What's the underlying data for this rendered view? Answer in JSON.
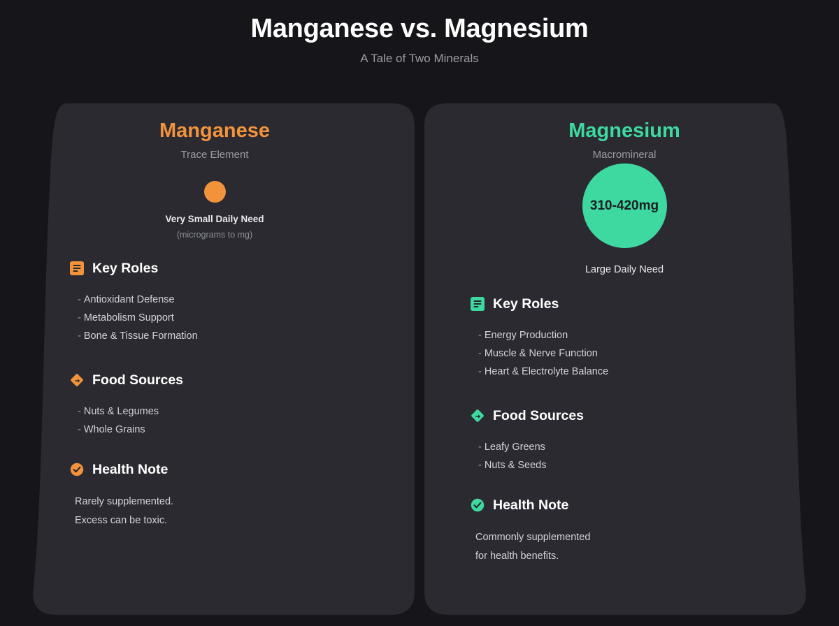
{
  "header": {
    "title": "Manganese vs. Magnesium",
    "subtitle": "A Tale of Two Minerals"
  },
  "colors": {
    "background": "#16161a",
    "panel": "#2a2a30",
    "manganese": "#f2933c",
    "magnesium": "#3dd9a0",
    "text_primary": "#ffffff",
    "text_secondary": "#9a9aa2",
    "text_body": "#d2d2d8"
  },
  "panels": [
    {
      "id": "manganese",
      "name": "Manganese",
      "type": "Trace Element",
      "accent": "#f2933c",
      "dose": {
        "amount": "",
        "label": "Very Small Daily Need",
        "sublabel": "(micrograms to mg)",
        "bubble_size": "small"
      },
      "sections": [
        {
          "icon": "list-icon",
          "title": "Key Roles",
          "items": [
            "Antioxidant Defense",
            "Metabolism Support",
            "Bone & Tissue Formation"
          ]
        },
        {
          "icon": "diamond-food-icon",
          "title": "Food Sources",
          "items": [
            "Nuts & Legumes",
            "Whole Grains"
          ]
        },
        {
          "icon": "check-circle-icon",
          "title": "Health Note",
          "note_lines": [
            "Rarely supplemented.",
            "Excess can be toxic."
          ]
        }
      ]
    },
    {
      "id": "magnesium",
      "name": "Magnesium",
      "type": "Macromineral",
      "accent": "#3dd9a0",
      "dose": {
        "amount": "310-420mg",
        "label": "Large Daily Need",
        "sublabel": "",
        "bubble_size": "big"
      },
      "sections": [
        {
          "icon": "list-icon",
          "title": "Key Roles",
          "items": [
            "Energy Production",
            "Muscle & Nerve Function",
            "Heart & Electrolyte Balance"
          ]
        },
        {
          "icon": "diamond-food-icon",
          "title": "Food Sources",
          "items": [
            "Leafy Greens",
            "Nuts & Seeds"
          ]
        },
        {
          "icon": "check-circle-icon",
          "title": "Health Note",
          "note_lines": [
            "Commonly supplemented",
            "for health benefits."
          ]
        }
      ]
    }
  ],
  "list_bullet": "-"
}
